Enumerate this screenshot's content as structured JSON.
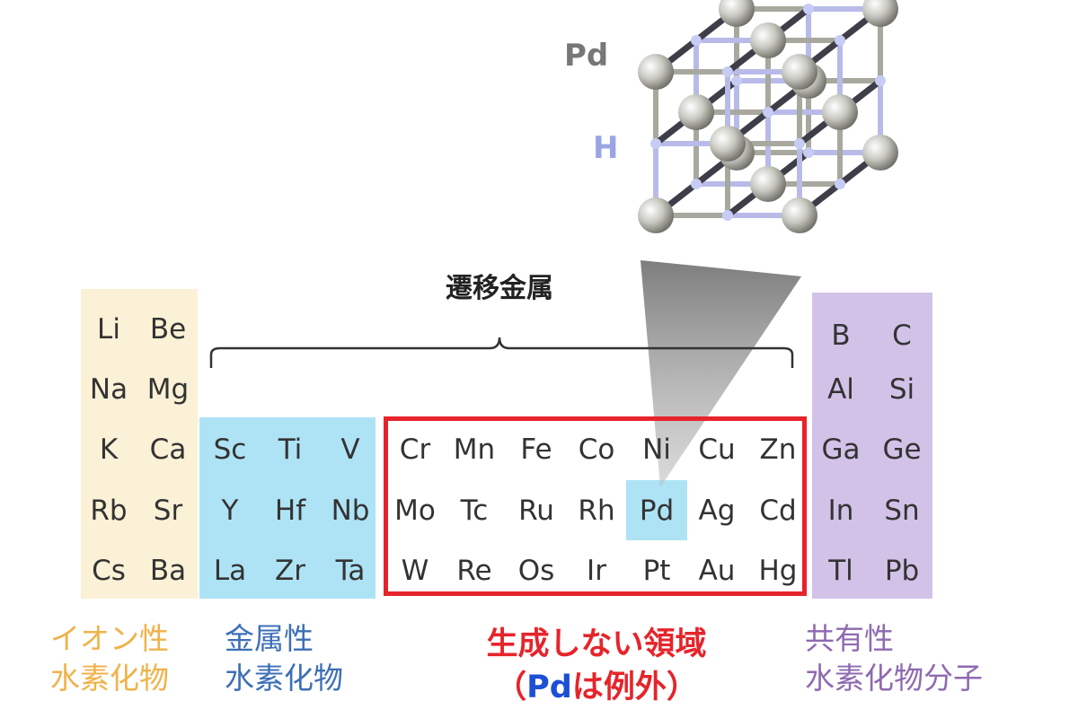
{
  "crystal": {
    "label_pd": "Pd",
    "label_h": "H"
  },
  "bracket": {
    "title": "遷移金属"
  },
  "groups": {
    "ionic": {
      "elements": [
        "Li",
        "Be",
        "Na",
        "Mg",
        "K",
        "Ca",
        "Rb",
        "Sr",
        "Cs",
        "Ba"
      ],
      "legend_line1": "イオン性",
      "legend_line2": "水素化物",
      "color": "#f0b24a"
    },
    "metallic": {
      "elements": [
        "Sc",
        "Ti",
        "V",
        "Y",
        "Hf",
        "Nb",
        "La",
        "Zr",
        "Ta"
      ],
      "legend_line1": "金属性",
      "legend_line2": "水素化物",
      "color": "#3d6fb6"
    },
    "non_forming": {
      "elements": [
        "Cr",
        "Mn",
        "Fe",
        "Co",
        "Ni",
        "Cu",
        "Zn",
        "Mo",
        "Tc",
        "Ru",
        "Rh",
        "Pd",
        "Ag",
        "Cd",
        "W",
        "Re",
        "Os",
        "Ir",
        "Pt",
        "Au",
        "Hg"
      ],
      "legend_line1": "生成しない領域",
      "legend_open": "（",
      "legend_pd": "Pd",
      "legend_rest": "は例外）",
      "color": "#e6242b"
    },
    "covalent": {
      "elements": [
        "B",
        "C",
        "Al",
        "Si",
        "Ga",
        "Ge",
        "In",
        "Sn",
        "Tl",
        "Pb"
      ],
      "legend_line1": "共有性",
      "legend_line2": "水素化物分子",
      "color": "#8e6ab0"
    }
  }
}
